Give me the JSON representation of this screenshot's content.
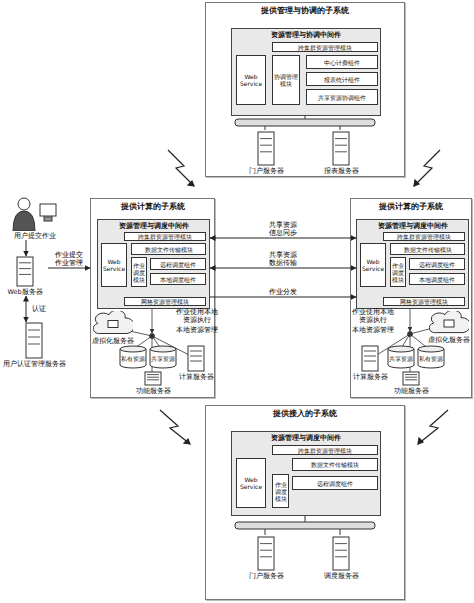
{
  "diagram": {
    "nodes": [
      {
        "text": [
          "提供管理与协调的子系统"
        ]
      },
      {
        "text": [
          "资源管理与协调中间件"
        ],
        "in": 0
      },
      {
        "text": [
          "跨集群资源管理模块"
        ],
        "in": 1
      },
      {
        "text": [
          "Web Service"
        ],
        "in": 1
      },
      {
        "text": [
          "协调管理模块"
        ],
        "in": 1
      },
      {
        "text": [
          "中心计费组件"
        ],
        "in": 1
      },
      {
        "text": [
          "报表统计组件"
        ],
        "in": 1
      },
      {
        "text": [
          "共享资源协调组件"
        ],
        "in": 1
      },
      {
        "text": [
          "门户服务器"
        ],
        "in": 0
      },
      {
        "text": [
          "报表服务器"
        ],
        "in": 0
      },
      {
        "text": [
          "提供计算的子系统"
        ]
      },
      {
        "text": [
          "资源管理与调度中间件"
        ],
        "in": 10
      },
      {
        "text": [
          "跨集群资源管理模块"
        ],
        "in": 11
      },
      {
        "text": [
          "Web Service"
        ],
        "in": 11
      },
      {
        "text": [
          "数据文件传输模块"
        ],
        "in": 11
      },
      {
        "text": [
          "作业调度模块"
        ],
        "in": 11
      },
      {
        "text": [
          "远程调度组件"
        ],
        "in": 11
      },
      {
        "text": [
          "本地调度组件"
        ],
        "in": 11
      },
      {
        "text": [
          "网格资源管理模块"
        ],
        "in": 11
      },
      {
        "text": [
          "虚拟化服务器"
        ],
        "in": 10
      },
      {
        "text": [
          "计算服务器"
        ],
        "in": 10
      },
      {
        "text": [
          "私有资源"
        ],
        "in": 10
      },
      {
        "text": [
          "共享资源"
        ],
        "in": 10
      },
      {
        "text": [
          "功能服务器"
        ],
        "in": 10
      },
      {
        "text": [
          "提供计算的子系统"
        ]
      },
      {
        "text": [
          "资源管理与调度中间件"
        ],
        "in": 24
      },
      {
        "text": [
          "跨集群资源管理模块"
        ],
        "in": 25
      },
      {
        "text": [
          "Web Service"
        ],
        "in": 25
      },
      {
        "text": [
          "数据文件传输模块"
        ],
        "in": 25
      },
      {
        "text": [
          "作业调度模块"
        ],
        "in": 25
      },
      {
        "text": [
          "远程调度组件"
        ],
        "in": 25
      },
      {
        "text": [
          "本地调度组件"
        ],
        "in": 25
      },
      {
        "text": [
          "网格资源管理模块"
        ],
        "in": 25
      },
      {
        "text": [
          "计算服务器"
        ],
        "in": 24
      },
      {
        "text": [
          "虚拟化服务器"
        ],
        "in": 24
      },
      {
        "text": [
          "共享资源"
        ],
        "in": 24
      },
      {
        "text": [
          "私有资源"
        ],
        "in": 24
      },
      {
        "text": [
          "功能服务器"
        ],
        "in": 24
      },
      {
        "text": [
          "提供接入的子系统"
        ]
      },
      {
        "text": [
          "资源管理与调度中间件"
        ],
        "in": 38
      },
      {
        "text": [
          "跨集群资源管理模块"
        ],
        "in": 39
      },
      {
        "text": [
          "Web Service"
        ],
        "in": 39
      },
      {
        "text": [
          "数据文件传输模块"
        ],
        "in": 39
      },
      {
        "text": [
          "作业调度模块"
        ],
        "in": 39
      },
      {
        "text": [
          "远程调度组件"
        ],
        "in": 39
      },
      {
        "text": [
          "门户服务器"
        ],
        "in": 38
      },
      {
        "text": [
          "调度服务器"
        ],
        "in": 38
      },
      {
        "text": [
          "用户提交作业"
        ]
      },
      {
        "text": [
          "Web服务器"
        ]
      },
      {
        "text": [
          "用户认证管理服务器"
        ]
      }
    ],
    "edges": [
      {
        "from": 11,
        "to": 25,
        "label": "共享资源信息同步",
        "arrow": "both"
      },
      {
        "from": 11,
        "to": 25,
        "label": "共享资源数据传输",
        "arrow": "both"
      },
      {
        "from": 11,
        "to": 25,
        "label": "作业分发",
        "arrow": "to"
      },
      {
        "from": 47,
        "to": 48,
        "arrow": "to"
      },
      {
        "from": 48,
        "to": 10,
        "label": "作业提交作业管理",
        "arrow": "to"
      },
      {
        "from": 48,
        "to": 49,
        "label": "认证",
        "arrow": "both"
      }
    ],
    "labels": [
      "作业使用本地资源执行",
      "本地资源管理",
      "作业使用本地资源执行",
      "本地资源管理"
    ]
  }
}
